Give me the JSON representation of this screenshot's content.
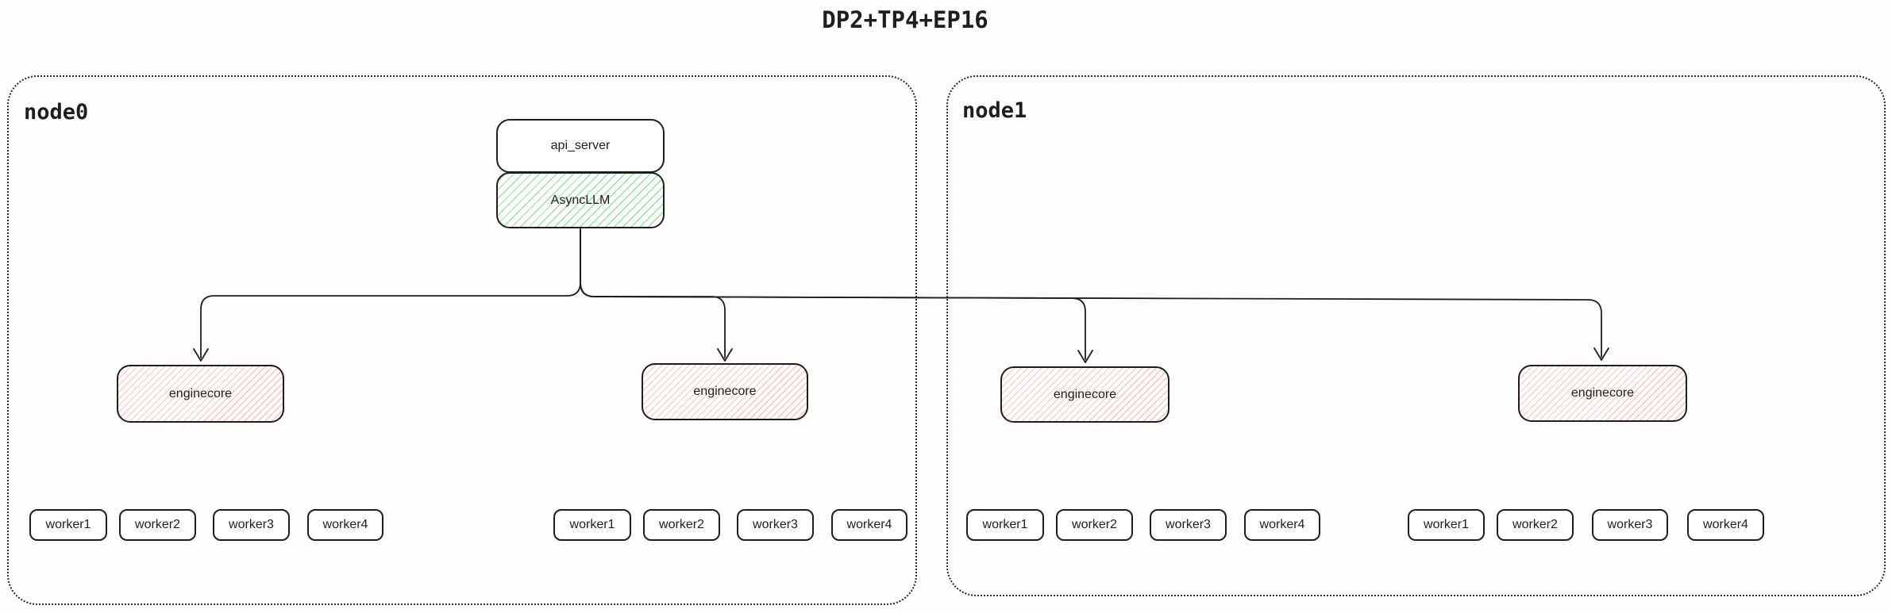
{
  "title": "DP2+TP4+EP16",
  "colors": {
    "stroke": "#1e1e1e",
    "green_hatch": "#94e4a4",
    "red_hatch": "#ffc2c2",
    "node_border": "#2a2a2a",
    "background": "#fffefd"
  },
  "nodes": [
    {
      "label": "node0"
    },
    {
      "label": "node1"
    }
  ],
  "stack": {
    "api_server": "api_server",
    "async_llm": "AsyncLLM"
  },
  "enginecores": [
    {
      "label": "enginecore"
    },
    {
      "label": "enginecore"
    },
    {
      "label": "enginecore"
    },
    {
      "label": "enginecore"
    }
  ],
  "worker_groups": [
    {
      "workers": [
        "worker1",
        "worker2",
        "worker3",
        "worker4"
      ]
    },
    {
      "workers": [
        "worker1",
        "worker2",
        "worker3",
        "worker4"
      ]
    },
    {
      "workers": [
        "worker1",
        "worker2",
        "worker3",
        "worker4"
      ]
    },
    {
      "workers": [
        "worker1",
        "worker2",
        "worker3",
        "worker4"
      ]
    }
  ]
}
